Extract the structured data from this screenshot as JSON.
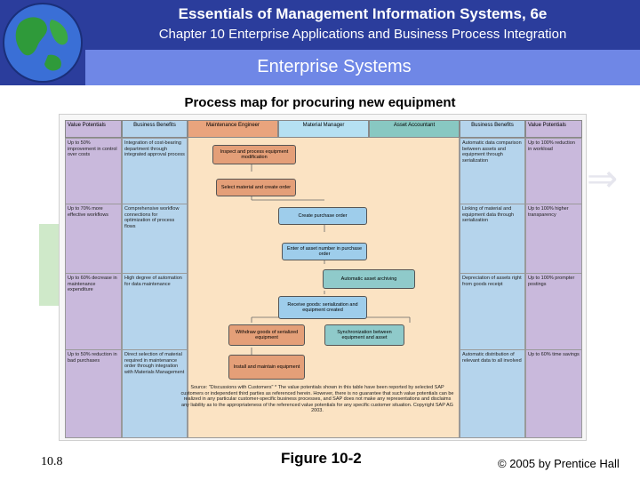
{
  "header": {
    "title": "Essentials of Management Information Systems, 6e",
    "subtitle": "Chapter 10 Enterprise Applications and Business Process Integration",
    "slide_title": "Enterprise Systems"
  },
  "caption": "Process map for procuring new equipment",
  "map": {
    "left_headers": [
      "Value Potentials",
      "Business Benefits"
    ],
    "lanes": [
      "Maintenance Engineer",
      "Material Manager",
      "Asset Accountant"
    ],
    "right_headers": [
      "Business Benefits",
      "Value Potentials"
    ],
    "left_value": [
      "Up to 50% improvement in control over costs",
      "Up to 70% more effective workflows",
      "Up to 60% decrease in maintenance expenditure",
      "Up to 50% reduction in bad purchases"
    ],
    "left_benefit": [
      "Integration of cost-bearing department through integrated approval process",
      "Comprehensive workflow connections for optimization of process flows",
      "High degree of automation for data maintenance",
      "Direct selection of material required in maintenance order through integration with Materials Management"
    ],
    "right_benefit": [
      "Automatic data comparison between assets and equipment through serialization",
      "Linking of material and equipment data through serialization",
      "Depreciation of assets right from goods receipt",
      "Automatic distribution of relevant data to all involved"
    ],
    "right_value": [
      "Up to 100% reduction in workload",
      "Up to 100% higher transparency",
      "Up to 100% prompter postings",
      "Up to 60% time savings"
    ],
    "steps": [
      "Inspect and process equipment modification",
      "Select material and create order",
      "Create purchase order",
      "Enter of asset number in purchase order",
      "Automatic asset archiving",
      "Receive goods: serialization and equipment created",
      "Withdraw goods of serialized equipment",
      "Synchronization between equipment and asset",
      "Install and maintain equipment"
    ],
    "source": "Source: \"Discussions with Customers\" * The value potentials shown in this table have been reported by selected SAP customers or independent third parties as referenced herein. However, there is no guarantee that such value potentials can be realized in any particular customer-specific business processes, and SAP does not make any representations and disclaims any liability as to the appropriateness of the referenced value potentials for any specific customer situation. Copyright SAP AG 2003."
  },
  "footer": {
    "page": "10.8",
    "figure": "Figure 10-2",
    "copyright": "© 2005 by Prentice Hall"
  },
  "colors": {
    "header_bg": "#2b3d9c",
    "subband_bg": "#6f87e6",
    "value_col": "#c9b9dc",
    "benefit_col": "#b5d4ec",
    "lane_bg": "#fbe3c3",
    "lane_hdr_orange": "#e9a47d",
    "lane_hdr_blue": "#b5e0f2",
    "lane_hdr_teal": "#88c8c2"
  }
}
